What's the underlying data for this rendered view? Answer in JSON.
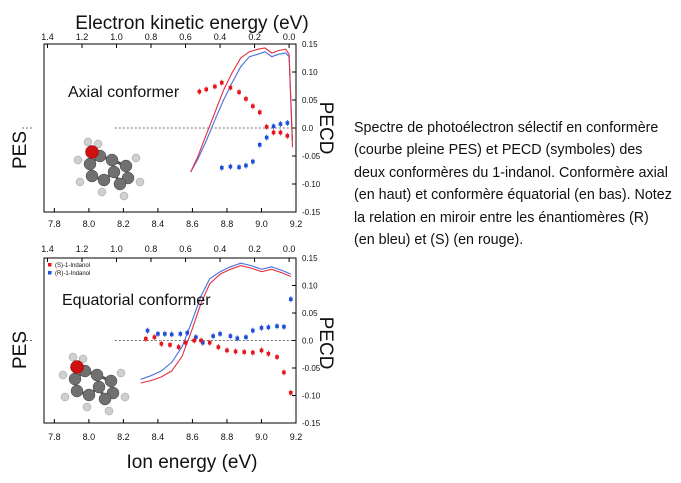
{
  "figure": {
    "top_axis_title": "Electron  kinetic energy (eV)",
    "bottom_axis_title": "Ion energy (eV)",
    "caption": "Spectre de photoélectron sélectif en conformère (courbe pleine PES) et PECD (symboles) des deux conformères du 1-indanol. Conformère axial (en haut) et conformère équatorial (en bas). Notez la relation en miroir entre les énantiomères (R) (en bleu) et (S) (en rouge)."
  },
  "colors": {
    "red": "#e8141c",
    "blue": "#1f4fd8",
    "pes_red": "#e03040",
    "pes_blue": "#4a6fe0",
    "axis": "#000000",
    "dashed": "#444444",
    "molecule_carbon": "#707070",
    "molecule_hydrogen": "#d0d0d0",
    "molecule_oxygen": "#d01010"
  },
  "chart_data": [
    {
      "type": "line",
      "title": "Axial conformer",
      "xlabel_top": "Electron  kinetic energy (eV)",
      "ylabel_left": "PES",
      "ylabel_right": "PECD",
      "ion_energy_ticks": [
        "7.8",
        "8.0",
        "8.2",
        "8.4",
        "8.6",
        "8.8",
        "9.0",
        "9.2"
      ],
      "electron_ke_ticks": [
        "1.4",
        "1.2",
        "1.0",
        "0.8",
        "0.6",
        "0.4",
        "0.2",
        "0.0"
      ],
      "xlim_ion_energy": [
        7.74,
        9.2
      ],
      "pecd_ticks": [
        "0.15",
        "0.10",
        "0.05",
        "0.0",
        "-0.05",
        "-0.10",
        "-0.15"
      ],
      "pecd_ylim": [
        -0.15,
        0.15
      ],
      "legend": "none",
      "pes_series": [
        {
          "enantiomer": "R",
          "color": "blue",
          "x": [
            8.59,
            8.63,
            8.68,
            8.73,
            8.78,
            8.83,
            8.88,
            8.93,
            8.98,
            9.02,
            9.06,
            9.1,
            9.14,
            9.16,
            9.18
          ],
          "y": [
            0.0,
            0.1,
            0.25,
            0.42,
            0.58,
            0.72,
            0.85,
            0.93,
            0.95,
            0.97,
            0.93,
            0.95,
            0.96,
            0.93,
            0.25
          ]
        },
        {
          "enantiomer": "S",
          "color": "red",
          "x": [
            8.59,
            8.63,
            8.68,
            8.73,
            8.78,
            8.83,
            8.88,
            8.93,
            8.98,
            9.02,
            9.06,
            9.1,
            9.14,
            9.16,
            9.18
          ],
          "y": [
            0.0,
            0.12,
            0.3,
            0.48,
            0.66,
            0.8,
            0.92,
            0.97,
            0.99,
            1.0,
            0.96,
            0.98,
            0.99,
            0.95,
            0.2
          ]
        }
      ],
      "pecd_series": [
        {
          "enantiomer": "S",
          "color": "red",
          "x": [
            8.64,
            8.68,
            8.73,
            8.77,
            8.82,
            8.87,
            8.91,
            8.95,
            8.99,
            9.03,
            9.07,
            9.11,
            9.15
          ],
          "y": [
            0.065,
            0.069,
            0.074,
            0.081,
            0.072,
            0.064,
            0.052,
            0.039,
            0.028,
            0.002,
            -0.008,
            -0.008,
            -0.014
          ]
        },
        {
          "enantiomer": "R",
          "color": "blue",
          "x": [
            8.77,
            8.82,
            8.87,
            8.91,
            8.95,
            8.99,
            9.03,
            9.07,
            9.11,
            9.15
          ],
          "y": [
            -0.071,
            -0.069,
            -0.07,
            -0.067,
            -0.06,
            -0.03,
            -0.017,
            0.003,
            0.007,
            0.009
          ]
        }
      ]
    },
    {
      "type": "line",
      "title": "Equatorial conformer",
      "xlabel_bottom": "Ion energy (eV)",
      "ylabel_left": "PES",
      "ylabel_right": "PECD",
      "ion_energy_ticks": [
        "7.8",
        "8.0",
        "8.2",
        "8.4",
        "8.6",
        "8.8",
        "9.0",
        "9.2"
      ],
      "electron_ke_ticks": [
        "1.4",
        "1.2",
        "1.0",
        "0.8",
        "0.6",
        "0.4",
        "0.2",
        "0.0"
      ],
      "xlim_ion_energy": [
        7.74,
        9.2
      ],
      "pecd_ticks": [
        "0.15",
        "0.10",
        "0.05",
        "0.0",
        "-0.05",
        "-0.10",
        "-0.15"
      ],
      "pecd_ylim": [
        -0.15,
        0.15
      ],
      "legend": "top-left",
      "legend_entries": [
        {
          "label": "(S)-1-Indanol",
          "color": "red"
        },
        {
          "label": "(R)-1-Indanol",
          "color": "blue"
        }
      ],
      "pes_series": [
        {
          "enantiomer": "R",
          "color": "blue",
          "x": [
            8.3,
            8.36,
            8.42,
            8.48,
            8.54,
            8.6,
            8.65,
            8.7,
            8.76,
            8.82,
            8.88,
            8.94,
            9.0,
            9.06,
            9.12,
            9.17
          ],
          "y": [
            0.03,
            0.06,
            0.1,
            0.17,
            0.3,
            0.52,
            0.72,
            0.86,
            0.92,
            0.96,
            0.99,
            0.97,
            0.94,
            0.96,
            0.93,
            0.9
          ]
        },
        {
          "enantiomer": "S",
          "color": "red",
          "x": [
            8.3,
            8.36,
            8.42,
            8.48,
            8.54,
            8.6,
            8.65,
            8.7,
            8.76,
            8.82,
            8.88,
            8.94,
            9.0,
            9.06,
            9.12,
            9.17
          ],
          "y": [
            0.0,
            0.02,
            0.05,
            0.1,
            0.22,
            0.45,
            0.66,
            0.82,
            0.9,
            0.94,
            0.97,
            0.95,
            0.92,
            0.94,
            0.91,
            0.88
          ]
        }
      ],
      "pecd_series": [
        {
          "enantiomer": "R",
          "color": "blue",
          "x": [
            8.34,
            8.4,
            8.44,
            8.48,
            8.53,
            8.57,
            8.62,
            8.66,
            8.72,
            8.76,
            8.82,
            8.86,
            8.91,
            8.95,
            9.0,
            9.04,
            9.09,
            9.13,
            9.17
          ],
          "y": [
            0.018,
            0.012,
            0.012,
            0.011,
            0.012,
            0.014,
            0.006,
            -0.004,
            0.008,
            0.012,
            0.008,
            0.004,
            0.006,
            0.018,
            0.023,
            0.024,
            0.026,
            0.025,
            0.075
          ]
        },
        {
          "enantiomer": "S",
          "color": "red",
          "x": [
            8.33,
            8.38,
            8.42,
            8.47,
            8.52,
            8.56,
            8.61,
            8.65,
            8.7,
            8.75,
            8.8,
            8.85,
            8.9,
            8.95,
            9.0,
            9.04,
            9.09,
            9.13,
            9.17
          ],
          "y": [
            0.003,
            0.006,
            -0.006,
            -0.008,
            -0.012,
            -0.004,
            0.0,
            0.0,
            -0.004,
            -0.012,
            -0.018,
            -0.02,
            -0.021,
            -0.022,
            -0.018,
            -0.024,
            -0.03,
            -0.058,
            -0.095
          ]
        }
      ]
    }
  ]
}
